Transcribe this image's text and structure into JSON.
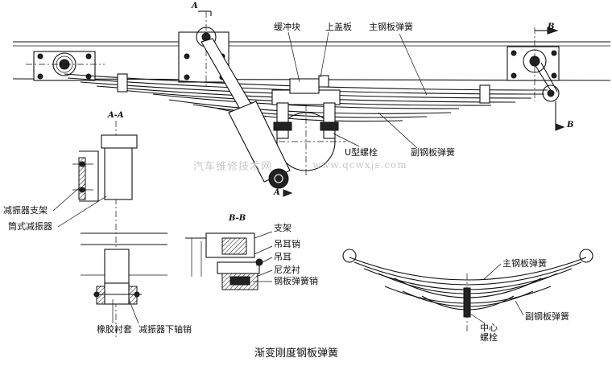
{
  "labels": {
    "buffer_block": "缓冲块",
    "upper_cover_plate": "上盖板",
    "main_leaf_spring_top": "主钢板弹簧",
    "u_bolt": "U型螺栓",
    "auxiliary_leaf_spring_top": "副钢板弹簧",
    "shock_absorber_bracket": "减振器支架",
    "tubular_shock_absorber": "筒式减振器",
    "bracket": "支架",
    "shackle_pin": "吊耳销",
    "shackle": "吊耳",
    "nylon_bushing": "尼龙衬",
    "leaf_spring_pin": "钢板弹簧销",
    "rubber_bushing": "橡胶衬套",
    "shock_absorber_lower_pin": "减振器下轴销",
    "main_leaf_spring_right": "主钢板弹簧",
    "auxiliary_leaf_spring_right": "副钢板弹簧",
    "center_bolt_line1": "中心",
    "center_bolt_line2": "螺栓"
  },
  "section_marks": {
    "a_top": "A",
    "a_bottom": "A",
    "b_top": "B",
    "b_bottom": "B",
    "view_aa": "A-A",
    "view_bb": "B-B"
  },
  "watermark": {
    "cn": "汽车维修技术网",
    "url": "www.qcwxjs.com"
  },
  "caption": "渐变刚度钢板弹簧"
}
